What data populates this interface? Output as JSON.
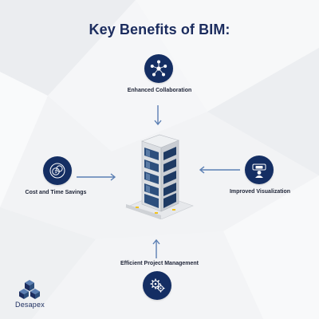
{
  "title": "Key Benefits of BIM:",
  "benefits": {
    "top": {
      "label": "Enhanced Collaboration",
      "icon": "collaboration-network-icon"
    },
    "left": {
      "label": "Cost and Time Savings",
      "icon": "coins-clock-icon"
    },
    "right": {
      "label": "Improved Visualization",
      "icon": "vr-headset-person-icon"
    },
    "bottom": {
      "label": "Efficient Project Management",
      "icon": "gears-management-icon"
    }
  },
  "center_image": "building-illustration",
  "brand": {
    "name": "Desapex",
    "logo": "desapex-cubes-logo"
  },
  "colors": {
    "navy": "#142e63",
    "title": "#1b2c5e",
    "background": "#f2f3f5",
    "arrow": "#5b7fb3",
    "building_glass": "#2d4f7d"
  }
}
